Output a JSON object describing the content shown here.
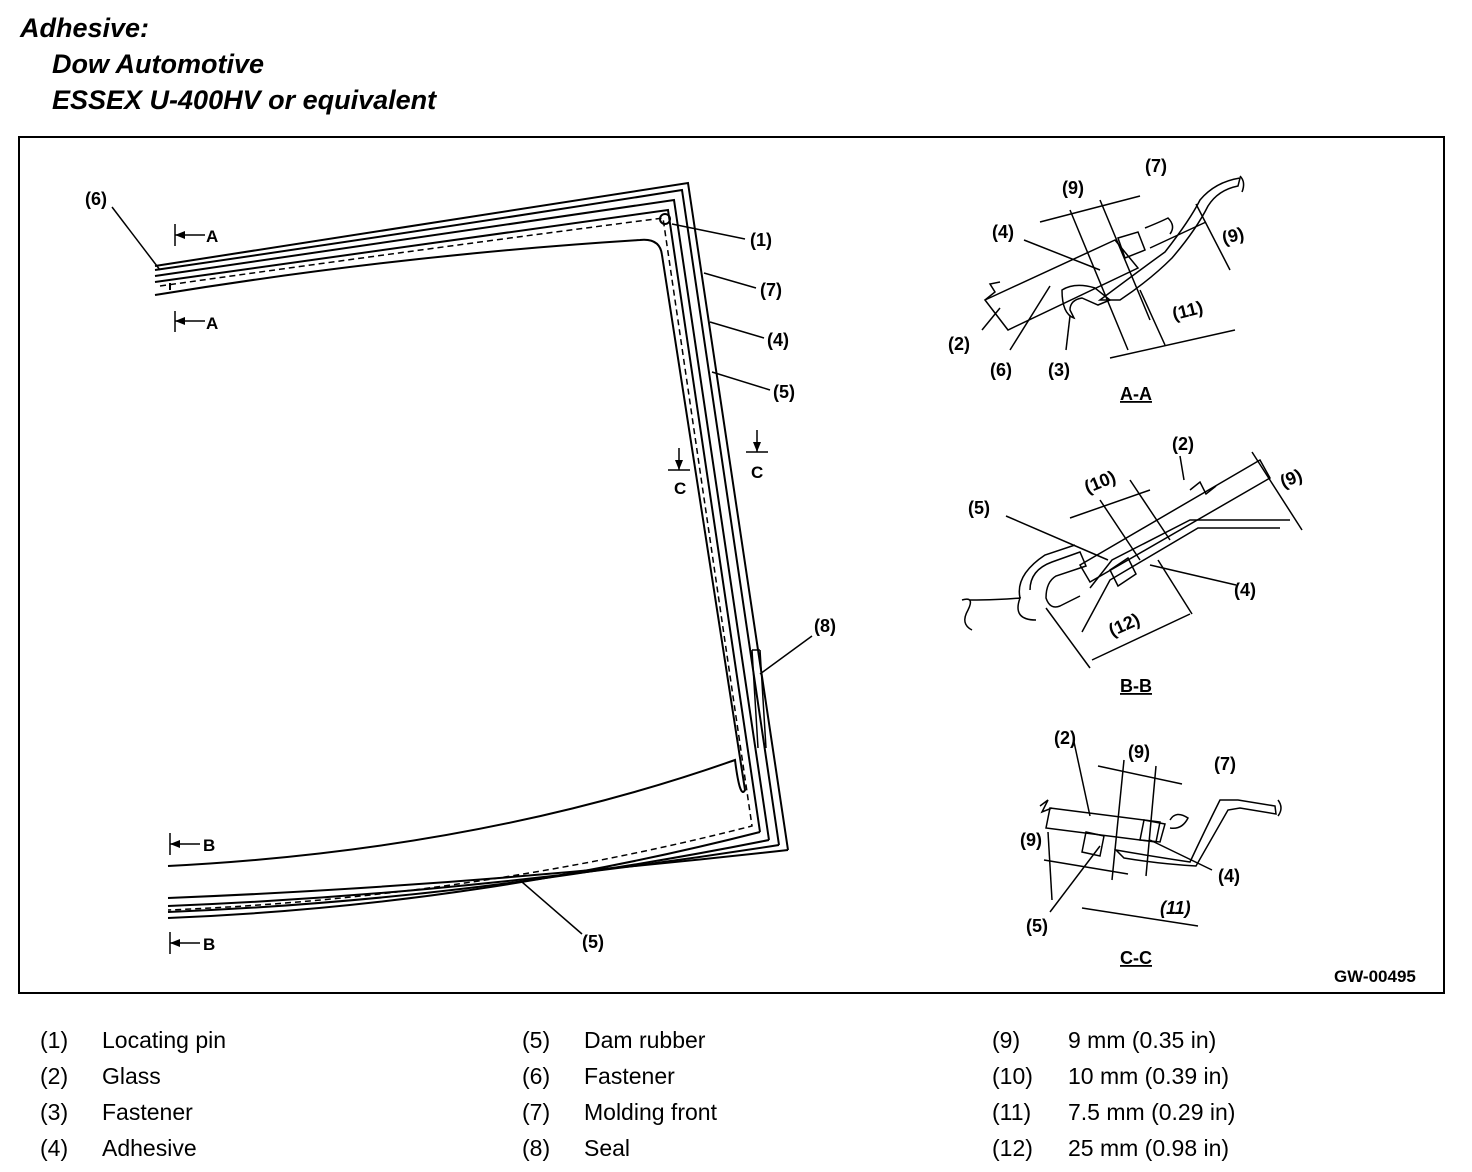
{
  "heading": {
    "line1": "Adhesive:",
    "line2": "Dow Automotive",
    "line3": "ESSEX U-400HV or equivalent"
  },
  "figure_id": "GW-00495",
  "callouts": {
    "c1": "(1)",
    "c2": "(2)",
    "c3": "(3)",
    "c4": "(4)",
    "c5": "(5)",
    "c6": "(6)",
    "c7": "(7)",
    "c8": "(8)",
    "c9": "(9)",
    "c10": "(10)",
    "c11": "(11)",
    "c12": "(12)"
  },
  "section_marks": {
    "a": "A",
    "b": "B",
    "c": "C"
  },
  "section_titles": {
    "aa": "A-A",
    "bb": "B-B",
    "cc": "C-C"
  },
  "legend": [
    [
      {
        "num": "(1)",
        "label": "Locating pin"
      },
      {
        "num": "(2)",
        "label": "Glass"
      },
      {
        "num": "(3)",
        "label": "Fastener"
      },
      {
        "num": "(4)",
        "label": "Adhesive"
      }
    ],
    [
      {
        "num": "(5)",
        "label": "Dam rubber"
      },
      {
        "num": "(6)",
        "label": "Fastener"
      },
      {
        "num": "(7)",
        "label": "Molding front"
      },
      {
        "num": "(8)",
        "label": "Seal"
      }
    ],
    [
      {
        "num": "(9)",
        "label": "9 mm (0.35 in)"
      },
      {
        "num": "(10)",
        "label": "10 mm (0.39 in)"
      },
      {
        "num": "(11)",
        "label": "7.5 mm (0.29 in)"
      },
      {
        "num": "(12)",
        "label": "25 mm (0.98 in)"
      }
    ]
  ]
}
